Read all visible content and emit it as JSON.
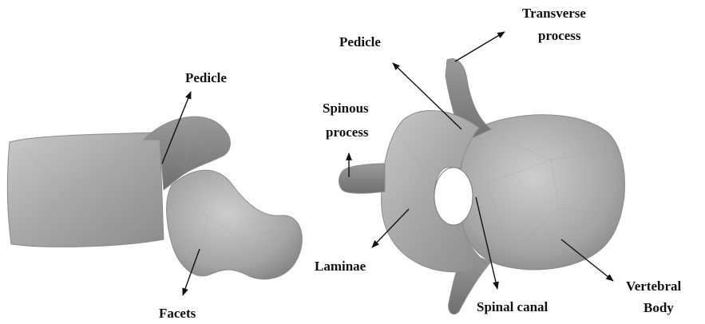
{
  "labels": {
    "pedicle_left": "Pedicle",
    "facets": "Facets",
    "pedicle_right": "Pedicle",
    "transverse_process_line1": "Transverse",
    "transverse_process_line2": "process",
    "spinous_process_line1": "Spinous",
    "spinous_process_line2": "process",
    "laminae": "Laminae",
    "spinal_canal": "Spinal canal",
    "vertebral_body_line1": "Vertebral",
    "vertebral_body_line2": "Body"
  },
  "colors": {
    "bone_fill": "#a9a9a9",
    "bone_dark": "#7c7c7c",
    "bone_light": "#cfcfcf",
    "label_text": "#111111",
    "background": "#ffffff"
  }
}
